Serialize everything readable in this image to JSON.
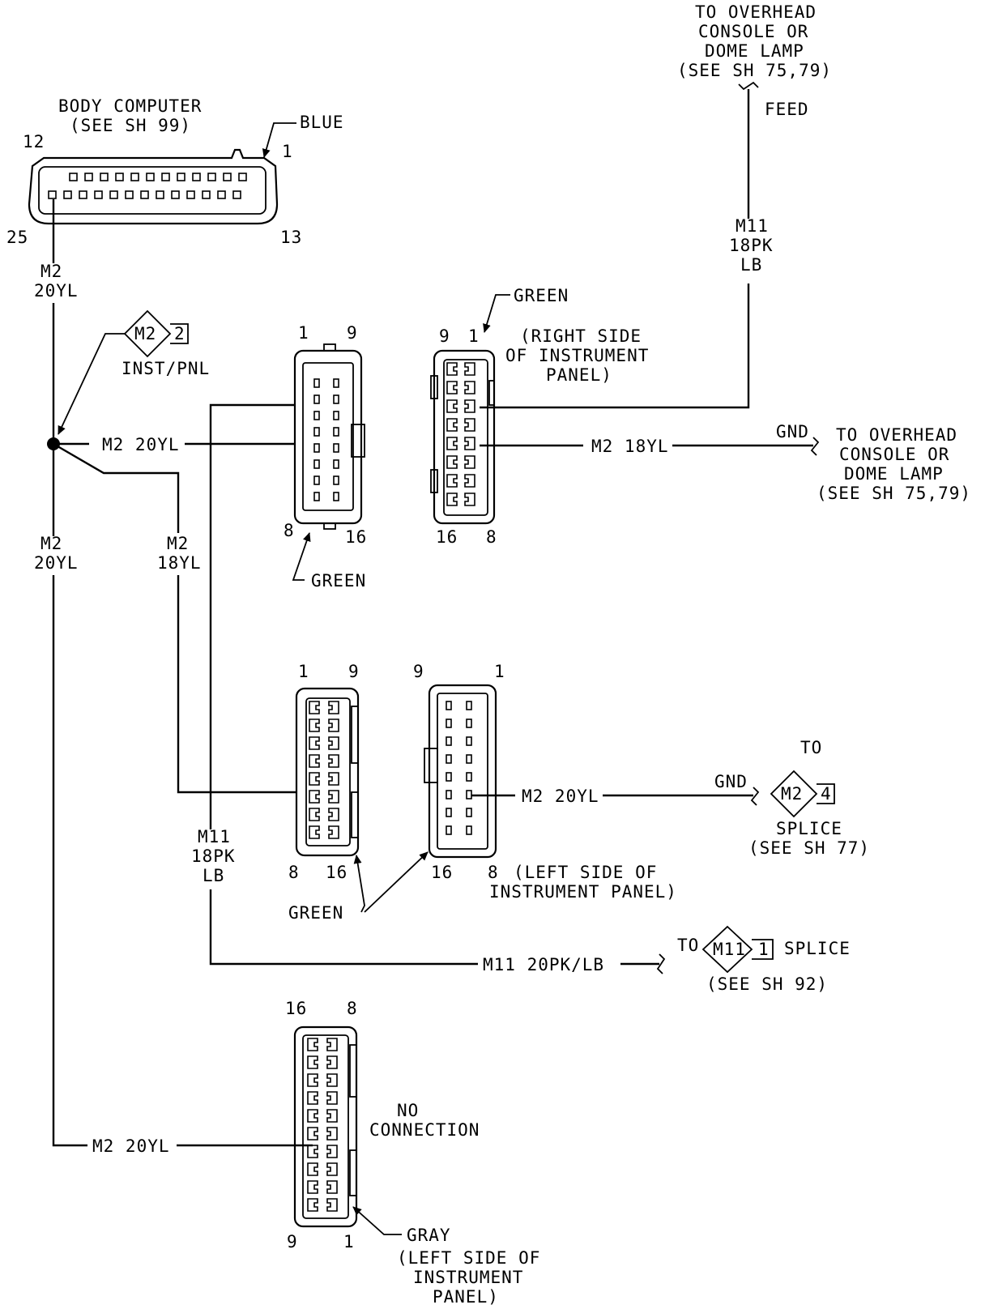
{
  "body_computer": {
    "title": "BODY COMPUTER",
    "ref": "(SEE SH 99)",
    "color": "BLUE",
    "pins": {
      "p12": "12",
      "p1": "1",
      "p25": "25",
      "p13": "13"
    }
  },
  "overhead_top": {
    "line1": "TO OVERHEAD",
    "line2": "CONSOLE OR",
    "line3": "DOME LAMP",
    "line4": "(SEE SH 75,79)",
    "feed": "FEED"
  },
  "wires": {
    "m2_20yl_a": "M2",
    "m2_20yl_b": "20YL",
    "m2_20yl_c": "M2",
    "m2_20yl_d": "20YL",
    "m2_18yl_a": "M2",
    "m2_18yl_b": "18YL",
    "m11_18pk_a": "M11",
    "m11_18pk_b": "18PK",
    "m11_18pk_c": "LB",
    "m11_left_a": "M11",
    "m11_left_b": "18PK",
    "m11_left_c": "LB",
    "h_m2_20yl_splice": "M2 20YL",
    "h_m2_18yl_right": "M2 18YL",
    "h_m2_20yl_left": "M2 20YL",
    "h_m11_20pk": "M11 20PK/LB",
    "h_m2_20yl_bottom": "M2 20YL"
  },
  "splice_inst": {
    "code": "M2",
    "num": "2",
    "label": "INST/PNL"
  },
  "conn_upper_left": {
    "p1": "1",
    "p9": "9",
    "p8": "8",
    "p16": "16",
    "color": "GREEN"
  },
  "conn_upper_right": {
    "p9": "9",
    "p1": "1",
    "p16": "16",
    "p8": "8",
    "color": "GREEN",
    "loc1": "(RIGHT SIDE",
    "loc2": "OF INSTRUMENT",
    "loc3": "PANEL)"
  },
  "overhead_right": {
    "gnd": "GND",
    "line1": "TO OVERHEAD",
    "line2": "CONSOLE OR",
    "line3": "DOME LAMP",
    "line4": "(SEE SH 75,79)"
  },
  "conn_mid_left": {
    "p1": "1",
    "p9": "9",
    "p8": "8",
    "p16": "16"
  },
  "conn_mid_right": {
    "p9": "9",
    "p1": "1",
    "p16": "16",
    "p8": "8",
    "loc1": "(LEFT SIDE OF",
    "loc2": "INSTRUMENT PANEL)"
  },
  "green_label": "GREEN",
  "splice_m2_4": {
    "to": "TO",
    "gnd": "GND",
    "code": "M2",
    "num": "4",
    "label": "SPLICE",
    "ref": "(SEE SH 77)"
  },
  "splice_m11_1": {
    "to": "TO",
    "code": "M11",
    "num": "1",
    "label": "SPLICE",
    "ref": "(SEE SH 92)"
  },
  "conn_bottom": {
    "p16": "16",
    "p8": "8",
    "p9": "9",
    "p1": "1",
    "nc1": "NO",
    "nc2": "CONNECTION",
    "color": "GRAY",
    "loc1": "(LEFT SIDE OF",
    "loc2": "INSTRUMENT",
    "loc3": "PANEL)"
  }
}
